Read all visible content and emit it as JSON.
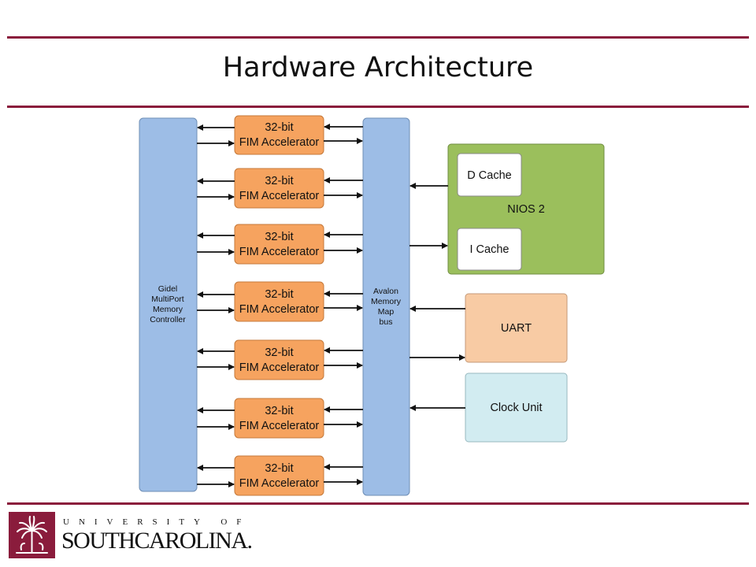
{
  "slide": {
    "title": "Hardware Architecture"
  },
  "diagram": {
    "memory_controller": [
      "Gidel",
      "MultiPort",
      "Memory",
      "Controller"
    ],
    "bus": [
      "Avalon",
      "Memory",
      "Map",
      "bus"
    ],
    "accelerators": [
      [
        "32-bit",
        "FIM Accelerator"
      ],
      [
        "32-bit",
        "FIM Accelerator"
      ],
      [
        "32-bit",
        "FIM Accelerator"
      ],
      [
        "32-bit",
        "FIM Accelerator"
      ],
      [
        "32-bit",
        "FIM Accelerator"
      ],
      [
        "32-bit",
        "FIM Accelerator"
      ],
      [
        "32-bit",
        "FIM Accelerator"
      ]
    ],
    "nios": {
      "label": "NIOS 2",
      "dcache": "D Cache",
      "icache": "I Cache"
    },
    "uart": "UART",
    "clock": "Clock Unit"
  },
  "footer": {
    "university_top": "UNIVERSITY OF",
    "university_name": "SOUTHCAROLINA."
  },
  "colors": {
    "rule": "#8a1c3c",
    "blue_block": "#9dbde6",
    "orange_block": "#f6a35f",
    "nios_green": "#9bbf5c",
    "uart_fill": "#f8cba4",
    "clock_fill": "#d2ecf1",
    "logo": "#8a1c3c"
  }
}
